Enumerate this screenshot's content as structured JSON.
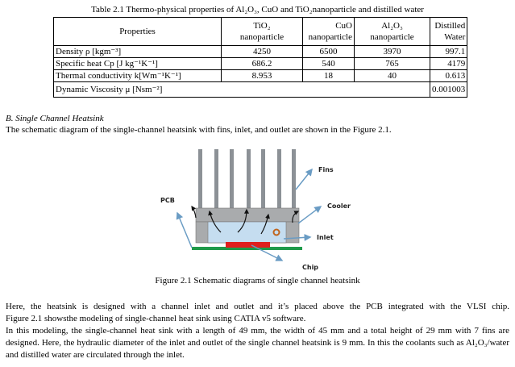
{
  "table": {
    "caption": "Table 2.1 Thermo-physical properties of Al₂O₃, CuO and TiO₂nanoparticle and distilled water",
    "headers": [
      "Properties",
      "TiO₂",
      "nanoparticle",
      "CuO",
      "nanoparticle",
      "Al₂O₃",
      "nanoparticle",
      "Distilled",
      "Water"
    ],
    "rows": [
      {
        "property": "Density ρ [kgm⁻³]",
        "tio2": "4250",
        "cuo": "6500",
        "al2o3": "3970",
        "water": "997.1"
      },
      {
        "property": "Specific heat Cp [J kg⁻¹K⁻¹]",
        "tio2": "686.2",
        "cuo": "540",
        "al2o3": "765",
        "water": "4179"
      },
      {
        "property": "Thermal conductivity k[Wm⁻¹K⁻¹]",
        "tio2": "8.953",
        "cuo": "18",
        "al2o3": "40",
        "water": "0.613"
      },
      {
        "property": "Dynamic Viscosity μ [Nsm⁻²]",
        "water": "0.001003"
      }
    ]
  },
  "section": {
    "heading": "B.   Single Channel Heatsink",
    "intro": "The schematic diagram of the single-channel heatsink with fins, inlet, and outlet are shown in the Figure 2.1."
  },
  "figure": {
    "labels": {
      "fins": "Fins",
      "pcb": "PCB",
      "cooler": "Cooler",
      "inlet": "Inlet",
      "chip": "Chip"
    },
    "caption": "Figure 2.1 Schematic diagrams of single channel heatsink",
    "colors": {
      "fin": "#8c9196",
      "body": "#a9abad",
      "channel": "#c5ddf0",
      "pcb": "#1f9a4a",
      "chip": "#e01e1e",
      "arrow": "#6a9cc4",
      "inlet_ring": "#c0651e"
    }
  },
  "paragraphs": [
    "Here, the heatsink is designed with a channel inlet and outlet and it’s placed above the PCB integrated with the VLSI chip.",
    "Figure  2.1  showsthe modeling of single-channel heat sink using CATIA v5 software.",
    "In this modeling, the single-channel heat sink with a length of 49 mm, the width of 45 mm and a total height of 29 mm with 7 fins are designed. Here, the hydraulic diameter of the inlet and outlet of the single channel heatsink is 9 mm. In this the coolants such as Al₂O₃/water and distilled water are circulated through the inlet."
  ]
}
